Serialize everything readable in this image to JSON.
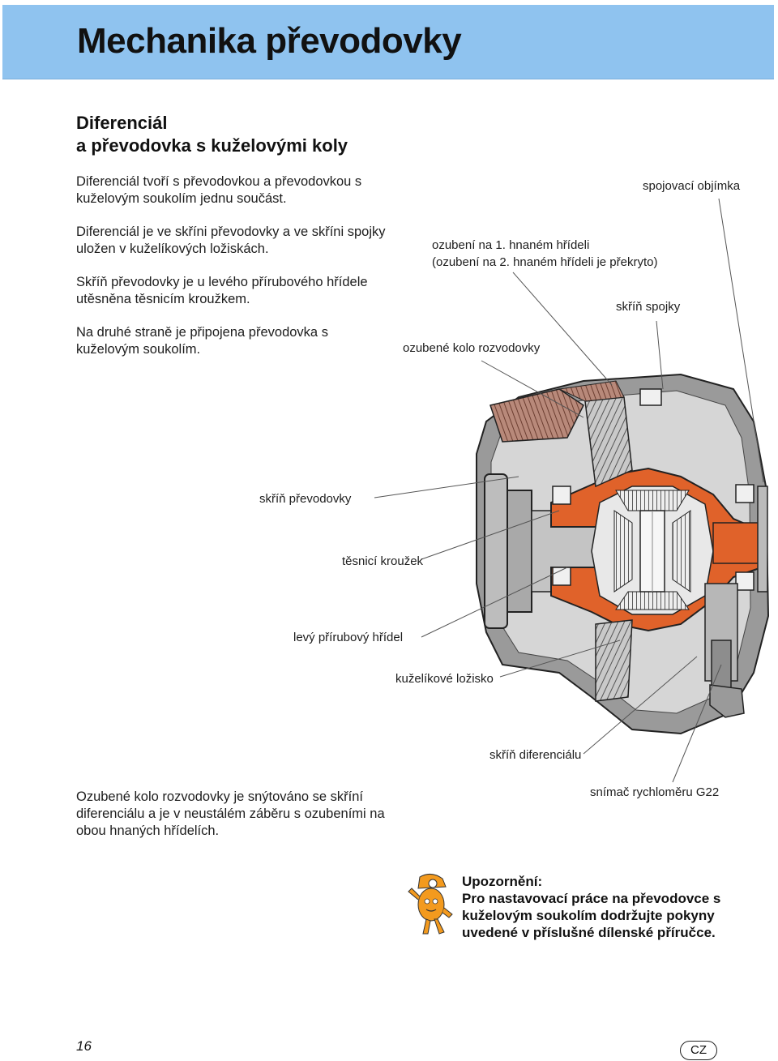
{
  "header": {
    "title": "Mechanika převodovky"
  },
  "section": {
    "title_line1": "Diferenciál",
    "title_line2": "a převodovka s kuželovými koly"
  },
  "paragraphs": [
    "Diferenciál tvoří s převodovkou a převodovkou s kuželovým soukolím jednu součást.",
    "Diferenciál je ve skříni převodovky a ve skříni spojky uložen v kuželíkových ložiskách.",
    "Skříň převodovky je u levého přírubového hřídele utěsněna těsnicím kroužkem.",
    "Na druhé straně je připojena převodovka s kuželovým soukolím."
  ],
  "diagram_labels": {
    "coupling_sleeve": "spojovací objímka",
    "gearing_line1": "ozubení na 1. hnaném hřídeli",
    "gearing_line2": "(ozubení na 2. hnaném hřídeli je překryto)",
    "clutch_housing": "skříň spojky",
    "final_drive_gear": "ozubené kolo rozvodovky",
    "gearbox_housing": "skříň převodovky",
    "seal_ring": "těsnicí kroužek",
    "left_flange_shaft": "levý přírubový hřídel",
    "tapered_bearing": "kuželíkové ložisko",
    "diff_housing": "skříň diferenciálu",
    "speedo_sensor": "snímač rychloměru G22"
  },
  "bottom_paragraph": "Ozubené kolo rozvodovky je snýtováno se skříní diferenciálu a je v neustálém záběru s ozubeními na obou hnaných hřídelích.",
  "note": {
    "heading": "Upozornění:",
    "text": "Pro nastavovací práce na převodovce s kuželovým soukolím dodržujte pokyny uvedené v příslušné dílenské příručce."
  },
  "footer": {
    "page_number": "16",
    "language": "CZ"
  },
  "colors": {
    "header_bg": "#8fc3ef",
    "housing_orange": "#e0622a",
    "mascot_orange": "#f39a1e"
  }
}
